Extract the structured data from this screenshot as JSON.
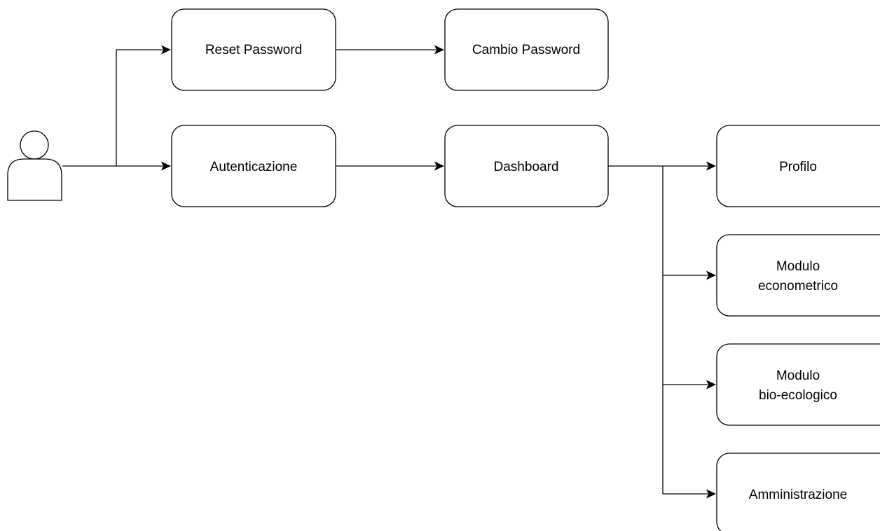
{
  "diagram": {
    "actor": {
      "icon": "user-icon"
    },
    "nodes": {
      "reset_password": {
        "label": "Reset Password"
      },
      "cambio_password": {
        "label": "Cambio Password"
      },
      "autenticazione": {
        "label": "Autenticazione"
      },
      "dashboard": {
        "label": "Dashboard"
      },
      "profilo": {
        "label": "Profilo"
      },
      "modulo_econometrico": {
        "line1": "Modulo",
        "line2": "econometrico"
      },
      "modulo_bio_ecologico": {
        "line1": "Modulo",
        "line2": "bio-ecologico"
      },
      "amministrazione": {
        "label": "Amministrazione"
      }
    },
    "edges": [
      {
        "from": "actor",
        "to": "reset_password"
      },
      {
        "from": "actor",
        "to": "autenticazione"
      },
      {
        "from": "reset_password",
        "to": "cambio_password"
      },
      {
        "from": "autenticazione",
        "to": "dashboard"
      },
      {
        "from": "dashboard",
        "to": "profilo"
      },
      {
        "from": "dashboard",
        "to": "modulo_econometrico"
      },
      {
        "from": "dashboard",
        "to": "modulo_bio_ecologico"
      },
      {
        "from": "dashboard",
        "to": "amministrazione"
      }
    ],
    "colors": {
      "stroke": "#000000",
      "fill": "#ffffff"
    }
  }
}
